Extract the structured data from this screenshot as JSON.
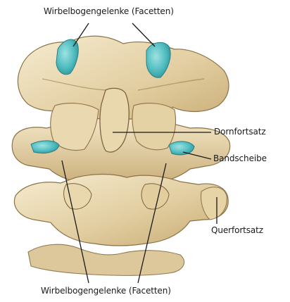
{
  "labels": {
    "facets_top": "Wirbelbogengelenke (Facetten)",
    "facets_bottom": "Wirbelbogengelenke (Facetten)",
    "spinous_process": "Dornfortsatz",
    "disc": "Bandscheibe",
    "transverse_process": "Querfortsatz"
  },
  "colors": {
    "bone_light": "#efe2bf",
    "bone_mid": "#dcc697",
    "bone_dark": "#b89b66",
    "shadow": "#6f5a3a",
    "cartilage": "#5fc3c6",
    "cartilage_dark": "#2f9ea3"
  }
}
